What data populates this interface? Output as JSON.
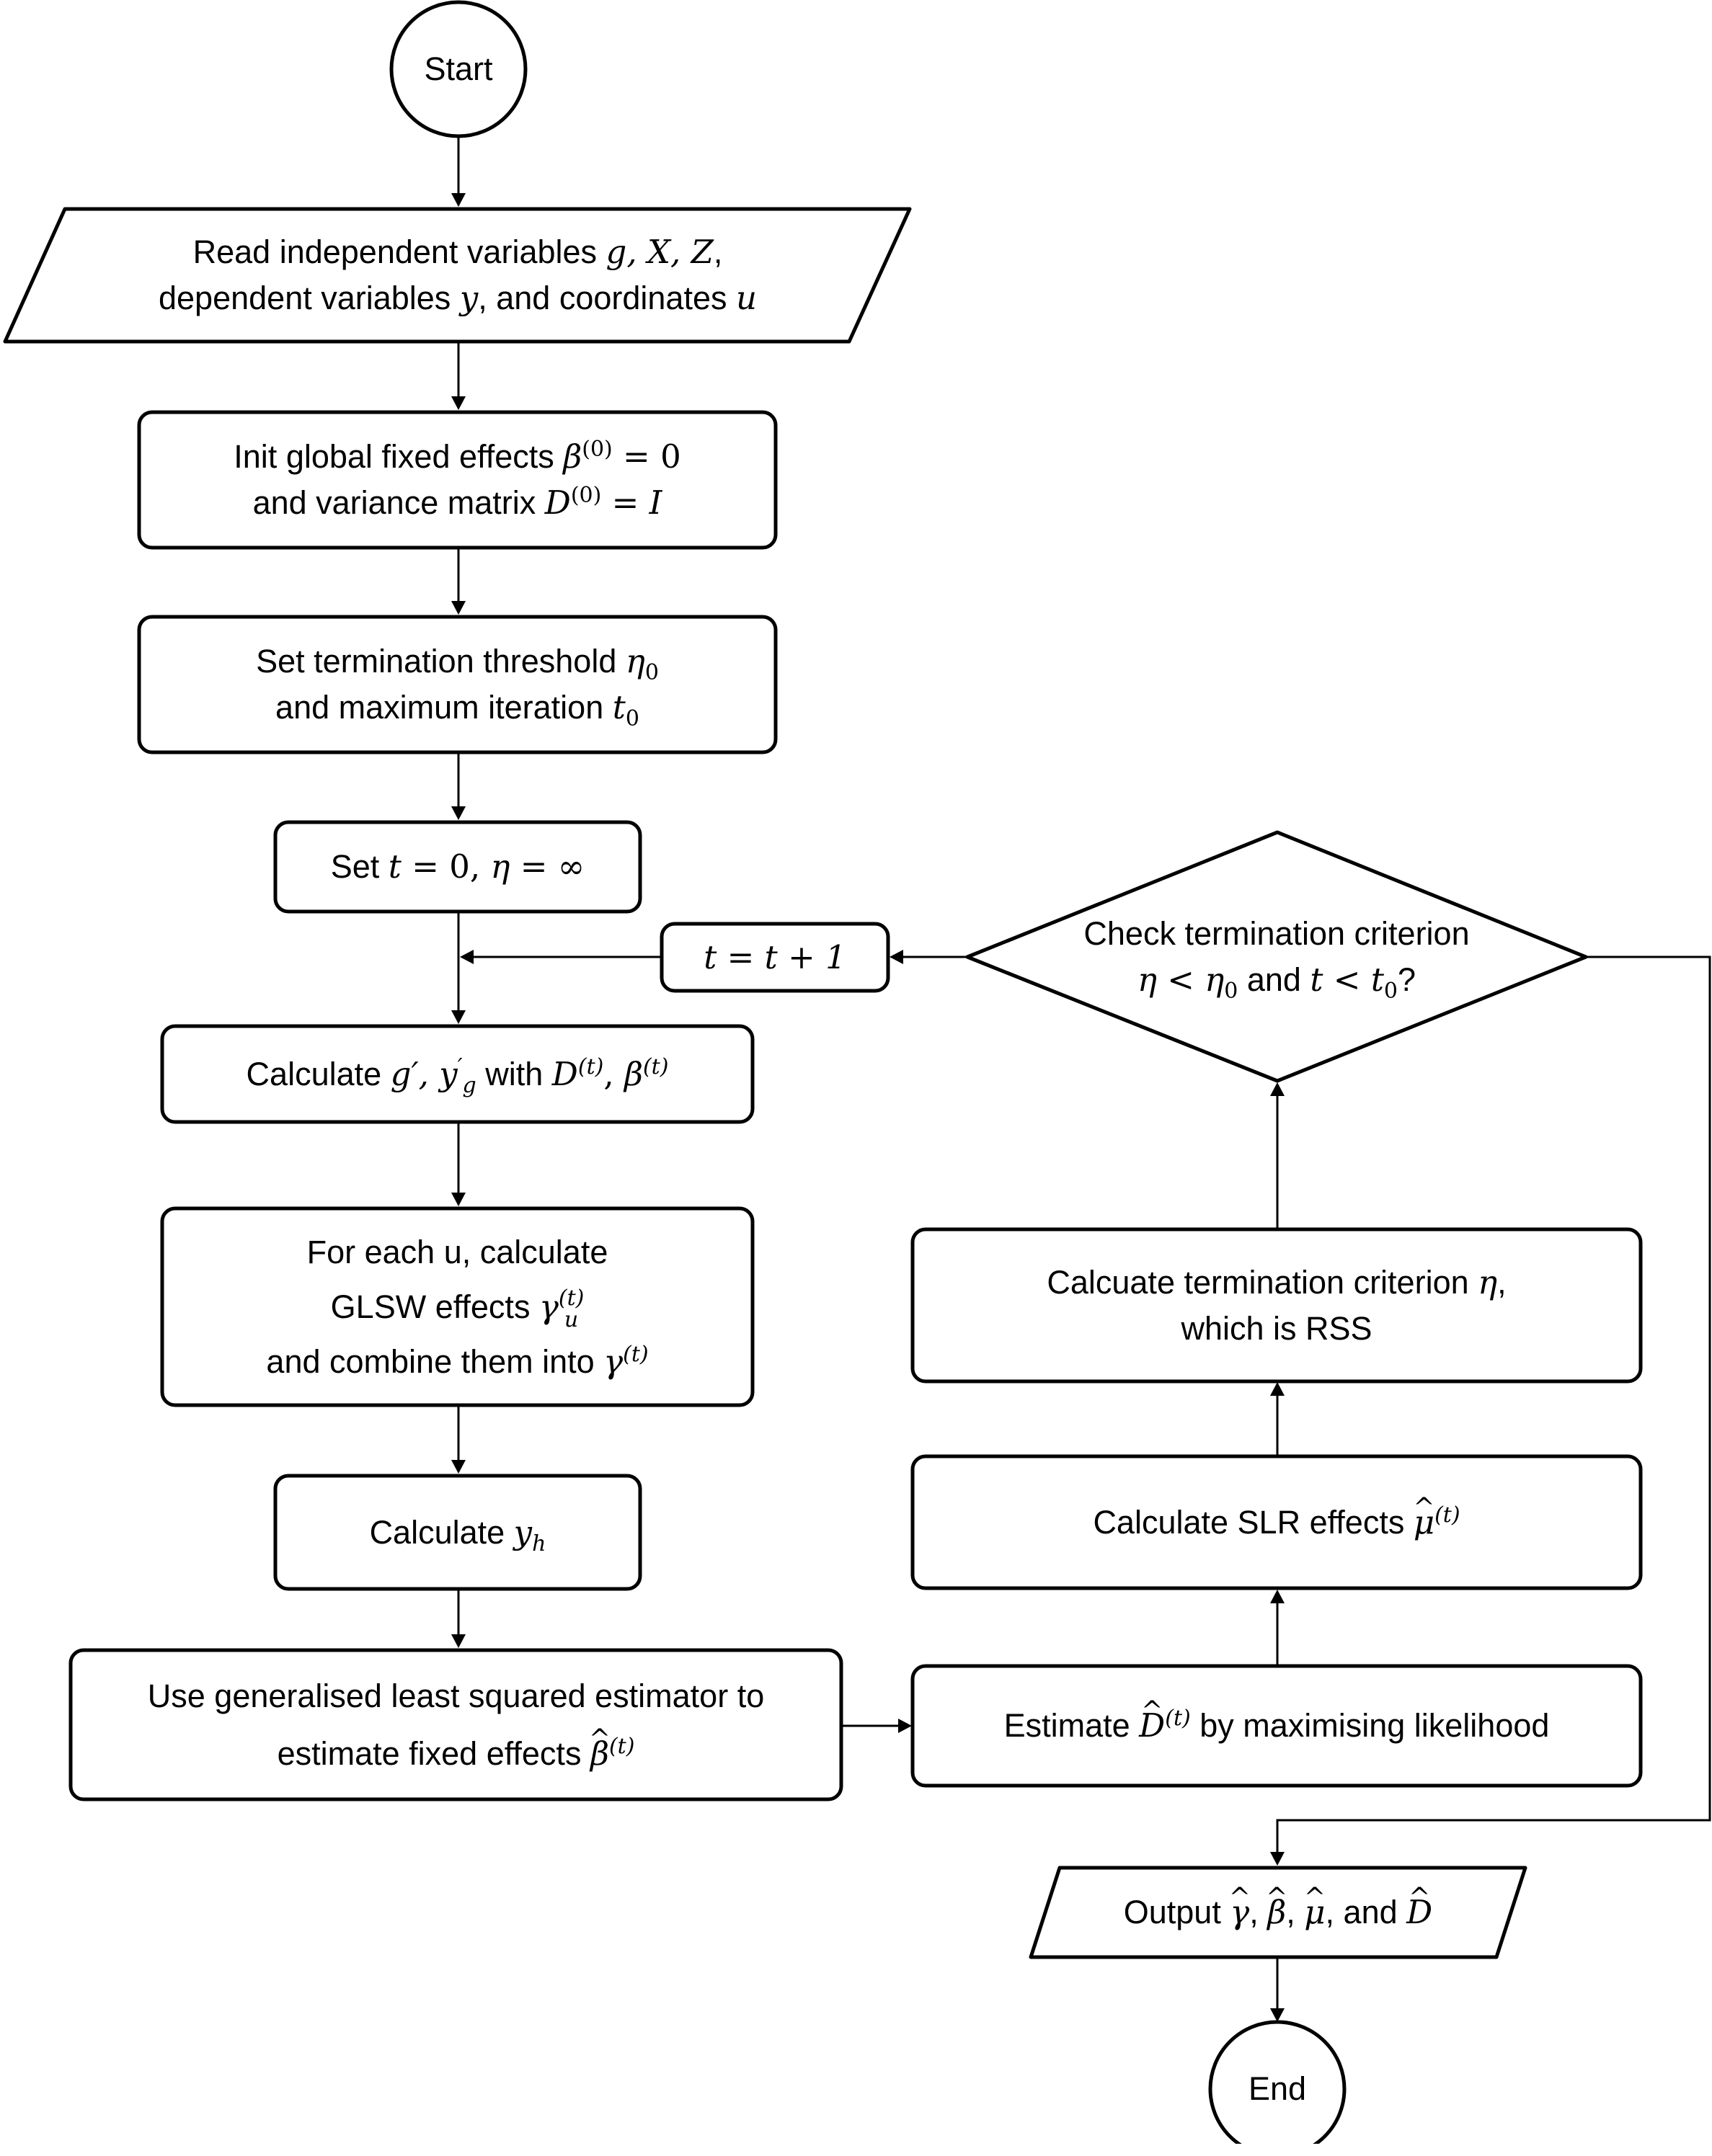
{
  "flowchart": {
    "start": "Start",
    "read": {
      "l1a": "Read independent variables ",
      "l1_math": "g, X, Z",
      "l1b": ",",
      "l2a": "dependent variables ",
      "l2_math_y": "y",
      "l2b": ", and coordinates ",
      "l2_math_u": "u"
    },
    "init": {
      "l1a": "Init global fixed effects ",
      "l1_beta": "β",
      "l1_sup": "(0)",
      "l1_eq": " = 0",
      "l2a": "and variance matrix ",
      "l2_D": "D",
      "l2_sup": "(0)",
      "l2_eq": " = I"
    },
    "threshold": {
      "l1a": "Set termination threshold ",
      "l1_eta": "η",
      "l1_sub": "0",
      "l2a": "and maximum iteration ",
      "l2_t": "t",
      "l2_sub": "0"
    },
    "set_t": {
      "a": "Set ",
      "m1": "t",
      "m2": " = 0, ",
      "m3": "η",
      "m4": " = ∞"
    },
    "increment": "t = t + 1",
    "calc_g": {
      "a": "Calculate ",
      "g": "g′, y",
      "y_sup": "′",
      "y_sub": "g",
      "b": " with ",
      "D": "D",
      "D_sup": "(t)",
      "comma": ", ",
      "beta": "β",
      "beta_sup": "(t)"
    },
    "glsw": {
      "l1": "For each u, calculate",
      "l2a": "GLSW effects ",
      "l2_gamma": "γ",
      "l2_sup": "(t)",
      "l2_sub": "u",
      "l3a": "and combine them into ",
      "l3_gamma": "γ",
      "l3_sup": "(t)"
    },
    "calc_yh": {
      "a": "Calculate ",
      "y": "y",
      "sub": "h"
    },
    "gls": {
      "l1": "Use generalised least squared estimator to",
      "l2a": "estimate fixed effects ",
      "l2_beta": "β",
      "l2_sup": "(t)"
    },
    "estimate_D": {
      "a": "Estimate ",
      "D": "D",
      "sup": "(t)",
      "b": " by maximising likelihood"
    },
    "slr": {
      "a": "Calculate SLR effects ",
      "mu": "μ",
      "sup": "(t)"
    },
    "criterion": {
      "l1a": "Calcuate termination criterion ",
      "l1_eta": "η",
      "l1b": ",",
      "l2": "which is RSS"
    },
    "check": {
      "l1": "Check termination criterion",
      "l2_eta": "η",
      "l2_lt1": " < ",
      "l2_eta0": "η",
      "l2_sub1": "0",
      "l2_and": " and ",
      "l2_t": "t",
      "l2_lt2": " < ",
      "l2_t0": "t",
      "l2_sub2": "0",
      "l2_q": "?"
    },
    "output": {
      "a": "Output ",
      "gamma": "γ",
      "c1": ", ",
      "beta": "β",
      "c2": ", ",
      "mu": "μ",
      "c3": ", and ",
      "D": "D"
    },
    "end": "End"
  }
}
